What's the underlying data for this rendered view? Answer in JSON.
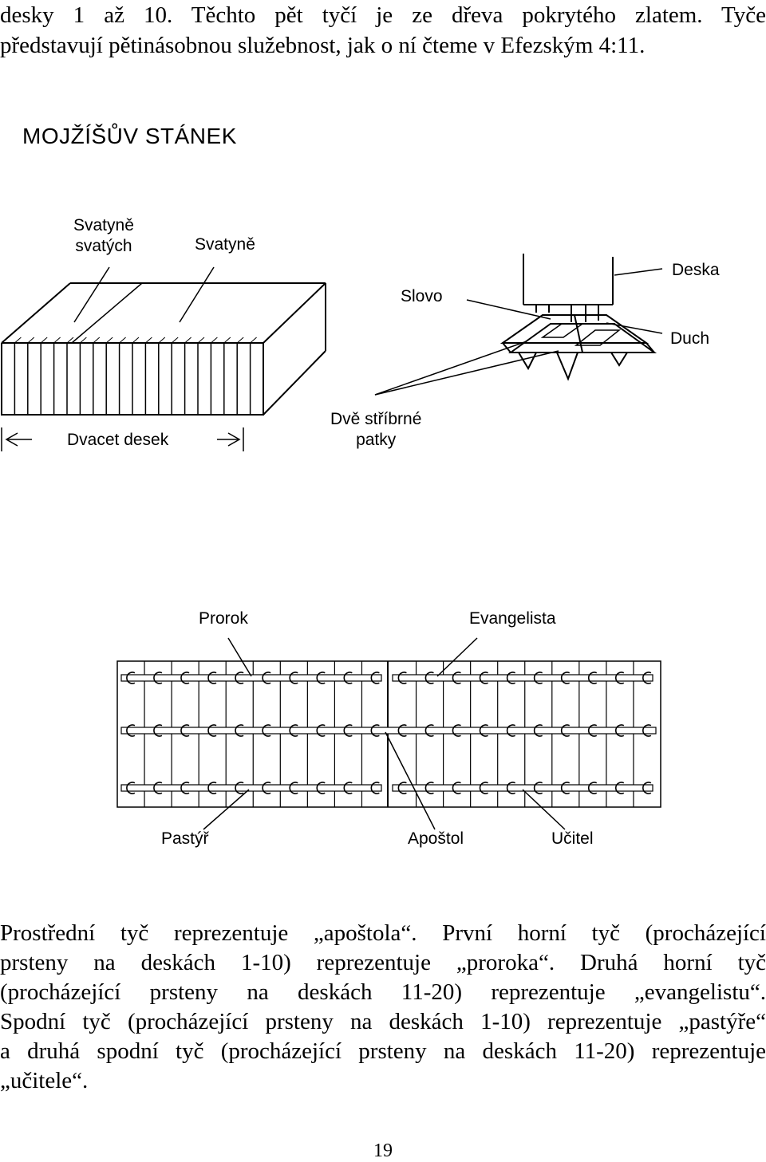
{
  "intro": {
    "line1": "desky  1  až  10.  Těchto  pět  tyčí  je  ze  dřeva  pokrytého  zlatem.  Tyče",
    "line2": "představují pětinásobnou služebnost, jak o ní čteme v Efezským 4:11."
  },
  "figure_title": "MOJŽÍŠŮV STÁNEK",
  "tabernacle": {
    "holy_of_holies": [
      "Svatyně",
      "svatých"
    ],
    "holy_place": "Svatyně",
    "twenty_boards": "Dvacet desek",
    "word": "Slovo",
    "board": "Deska",
    "spirit": "Duch",
    "silver_sockets": [
      "Dvě stříbrné",
      "patky"
    ]
  },
  "bars": {
    "prophet": "Prorok",
    "evangelist": "Evangelista",
    "shepherd": "Pastýř",
    "apostle": "Apoštol",
    "teacher": "Učitel"
  },
  "body_lines": [
    "Prostřední tyč reprezentuje „apoštola“. První horní tyč (procházející",
    "prsteny na deskách 1-10) reprezentuje „proroka“. Druhá horní tyč",
    "(procházející prsteny na deskách 11-20) reprezentuje „evangelistu“.",
    "Spodní tyč (procházející prsteny na deskách 1-10) reprezentuje „pastýře“",
    "a druhá spodní tyč (procházející prsteny na deskách 11-20) reprezentuje",
    "„učitele“."
  ],
  "page_number": "19"
}
